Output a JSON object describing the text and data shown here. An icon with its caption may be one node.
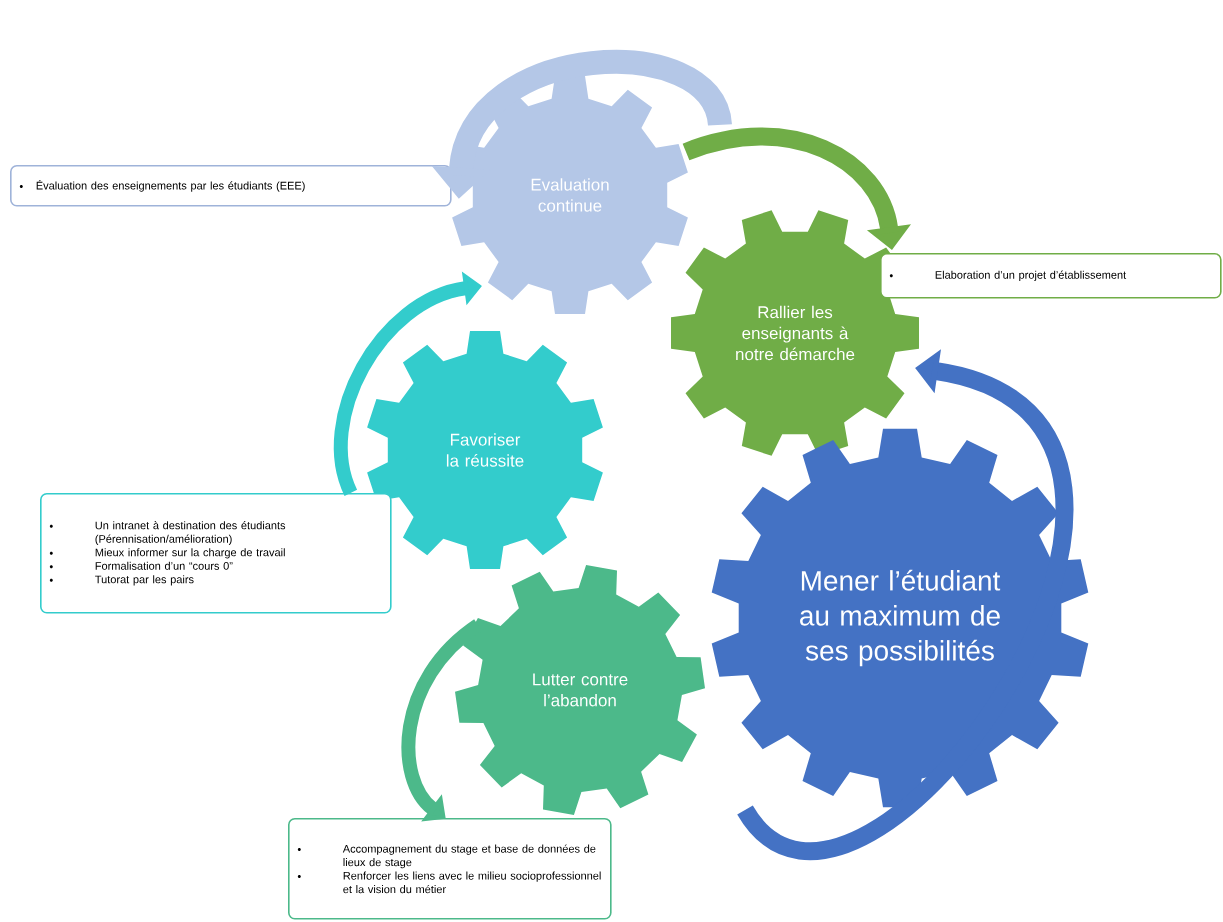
{
  "diagram": {
    "nodes": [
      {
        "text": [
          "Evaluation continue"
        ]
      },
      {
        "text": [
          "Rallier les enseignants à notre démarche"
        ]
      },
      {
        "text": [
          "Favoriser la réussite"
        ]
      },
      {
        "text": [
          "Lutter contre l’abandon"
        ]
      },
      {
        "text": [
          "Mener l’étudiant au maximum de ses possibilités"
        ]
      },
      {
        "text": [
          "Évaluation des enseignements par les étudiants (EEE)"
        ]
      },
      {
        "text": [
          "Elaboration d’un projet d’établissement"
        ]
      },
      {
        "text": [
          "Un intranet à destination des étudiants (Pérennisation/amélioration)",
          "Mieux informer sur la charge de travail",
          "Formalisation d’un “cours 0”",
          "Tutorat par les pairs"
        ]
      },
      {
        "text": [
          "Accompagnement du stage et base de données de lieux de stage",
          "Renforcer les liens avec le milieu socioprofessionnel et la vision du métier"
        ]
      }
    ],
    "edges": [
      {
        "from": null,
        "to": 5,
        "arrow": "to",
        "color": "#b4c7e7"
      },
      {
        "from": 0,
        "to": 1,
        "arrow": "to",
        "color": "#70ad47"
      },
      {
        "from": null,
        "to": 1,
        "arrow": "to",
        "color": "#4472c4"
      },
      {
        "from": 7,
        "to": 0,
        "arrow": "to",
        "color": "#33cccc"
      },
      {
        "from": 3,
        "to": 8,
        "arrow": "to",
        "color": "#4cb98a"
      }
    ]
  }
}
